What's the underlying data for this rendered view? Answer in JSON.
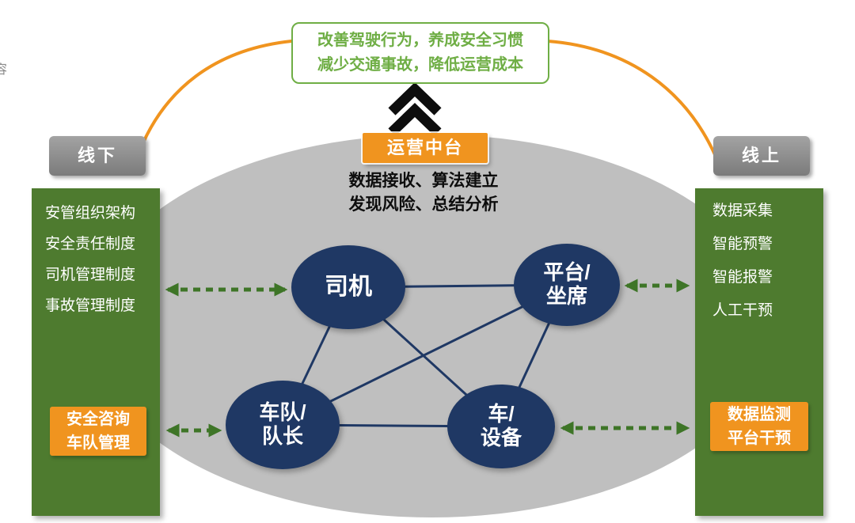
{
  "page": {
    "corner_text": "容"
  },
  "banner": {
    "line1": "改善驾驶行为，养成安全习惯",
    "line2": "减少交通事故，降低运营成本"
  },
  "hub": {
    "label": "运营中台",
    "desc_line1": "数据接收、算法建立",
    "desc_line2": "发现风险、总结分析"
  },
  "tags": {
    "offline": "线下",
    "online": "线上"
  },
  "left_panel": {
    "items": [
      "安管组织架构",
      "安全责任制度",
      "司机管理制度",
      "事故管理制度"
    ],
    "badge": {
      "line1": "安全咨询",
      "line2": "车队管理"
    }
  },
  "right_panel": {
    "items": [
      "数据采集",
      "智能预警",
      "智能报警",
      "人工干预"
    ],
    "badge": {
      "line1": "数据监测",
      "line2": "平台干预"
    }
  },
  "nodes": {
    "driver": {
      "lines": [
        "司机"
      ]
    },
    "platform": {
      "lines": [
        "平台/",
        "坐席"
      ]
    },
    "fleet": {
      "lines": [
        "车队/",
        "队长"
      ]
    },
    "vehicle": {
      "lines": [
        "车/",
        "设备"
      ]
    }
  },
  "colors": {
    "orange": "#F0941F",
    "panel_green": "#4E7B2F",
    "banner_green": "#6FAE45",
    "navy": "#1F3864",
    "arrow_green": "#3E7527",
    "ellipse_gray": "#BFBFBF",
    "chevron_black": "#0D0D0D"
  }
}
